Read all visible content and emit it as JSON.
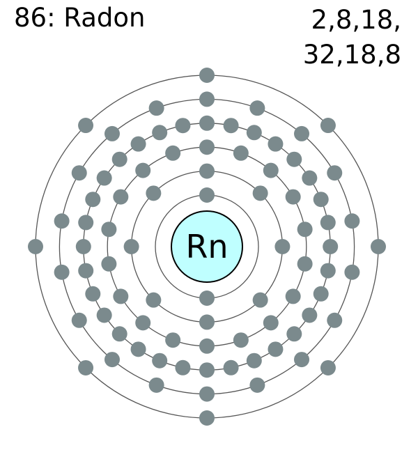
{
  "element": {
    "title": "86: Radon",
    "symbol": "Rn",
    "config_line1": "2,8,18,",
    "config_line2": "32,18,8"
  },
  "shells": [
    2,
    8,
    18,
    32,
    18,
    8
  ],
  "colors": {
    "nucleus_fill": "#bfffff",
    "electron_fill": "#7b8a8d",
    "ring_stroke": "#555555",
    "text": "#000000"
  }
}
